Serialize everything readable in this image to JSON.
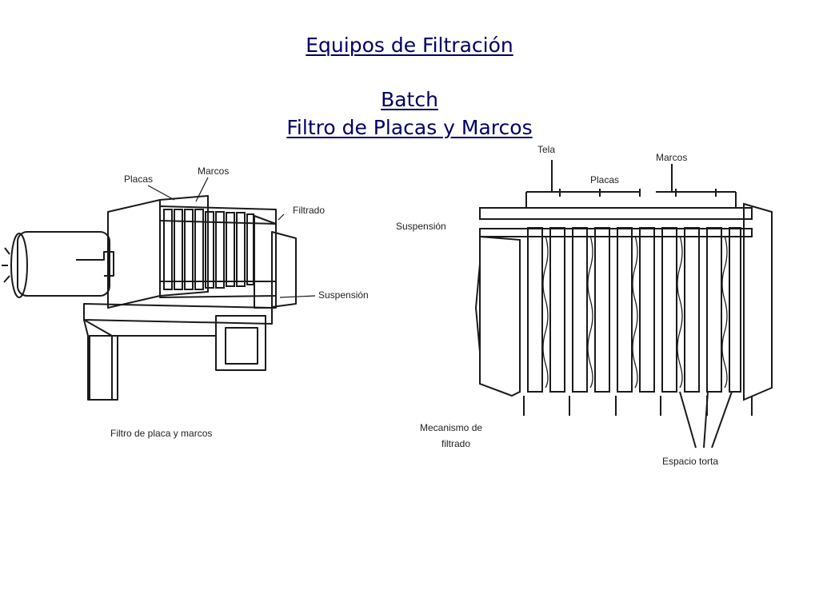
{
  "title": "Equipos de Filtración",
  "subtitle": "Batch",
  "subtitle2": "Filtro de Placas y Marcos",
  "left_figure": {
    "labels": {
      "placas": "Placas",
      "marcos": "Marcos",
      "filtrado": "Filtrado",
      "suspension": "Suspensión",
      "caption": "Filtro de placa y marcos"
    }
  },
  "right_figure": {
    "labels": {
      "tela": "Tela",
      "marcos": "Marcos",
      "placas": "Placas",
      "suspension": "Suspensión",
      "mecanismo": "Mecanismo de",
      "filtrado": "filtrado",
      "espacio": "Espacio torta"
    }
  },
  "colors": {
    "title": "#000066",
    "ink": "#1a1a1a"
  }
}
